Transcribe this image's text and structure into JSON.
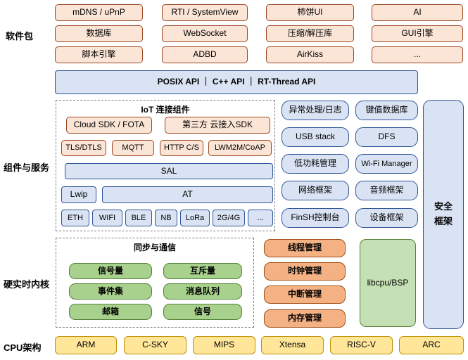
{
  "labels": {
    "packages": "软件包",
    "components": "组件与服务",
    "kernel": "硬实时内核",
    "cpu": "CPU架构"
  },
  "packages": {
    "rows": [
      [
        "mDNS / uPnP",
        "RTI / SystemView",
        "柿饼UI",
        "AI"
      ],
      [
        "数据库",
        "WebSocket",
        "压缩/解压库",
        "GUI引擎"
      ],
      [
        "脚本引擎",
        "ADBD",
        "AirKiss",
        "..."
      ]
    ]
  },
  "api_bar": {
    "label": "POSIX API ｜ C++ API ｜ RT-Thread API"
  },
  "iot": {
    "title": "IoT 连接组件",
    "sdk_row": [
      "Cloud SDK / FOTA",
      "第三方 云接入SDK"
    ],
    "protocol_row": [
      "TLS/DTLS",
      "MQTT",
      "HTTP C/S",
      "LWM2M/CoAP"
    ],
    "sal": "SAL",
    "stack_row": [
      "Lwip",
      "AT"
    ],
    "link_row": [
      "ETH",
      "WIFI",
      "BLE",
      "NB",
      "LoRa",
      "2G/4G",
      "..."
    ]
  },
  "services": {
    "col1": [
      "异常处理/日志",
      "USB stack",
      "低功耗管理",
      "网络框架",
      "FinSH控制台"
    ],
    "col2": [
      "键值数据库",
      "DFS",
      "Wi-Fi Manager",
      "音频框架",
      "设备框架"
    ]
  },
  "security": {
    "label": "安全框架"
  },
  "kernel": {
    "sync_title": "同步与通信",
    "sync_rows": [
      [
        "信号量",
        "互斥量"
      ],
      [
        "事件集",
        "消息队列"
      ],
      [
        "邮箱",
        "信号"
      ]
    ],
    "managers": [
      "线程管理",
      "时钟管理",
      "中断管理",
      "内存管理"
    ],
    "libcpu": "libcpu/BSP"
  },
  "cpus": [
    "ARM",
    "C-SKY",
    "MIPS",
    "Xtensa",
    "RISC-V",
    "ARC"
  ],
  "colors": {
    "peach_fill": "#FBE5D6",
    "peach_border": "#9C4722",
    "blue_fill": "#DAE3F3",
    "blue_border": "#2F5597",
    "green_fill": "#A9D18E",
    "green_border": "#538135",
    "light_green_fill": "#C5E0B4",
    "orange_fill": "#F4B183",
    "orange_border": "#A14E13",
    "yellow_fill": "#FFE699",
    "yellow_border": "#BF9000"
  }
}
